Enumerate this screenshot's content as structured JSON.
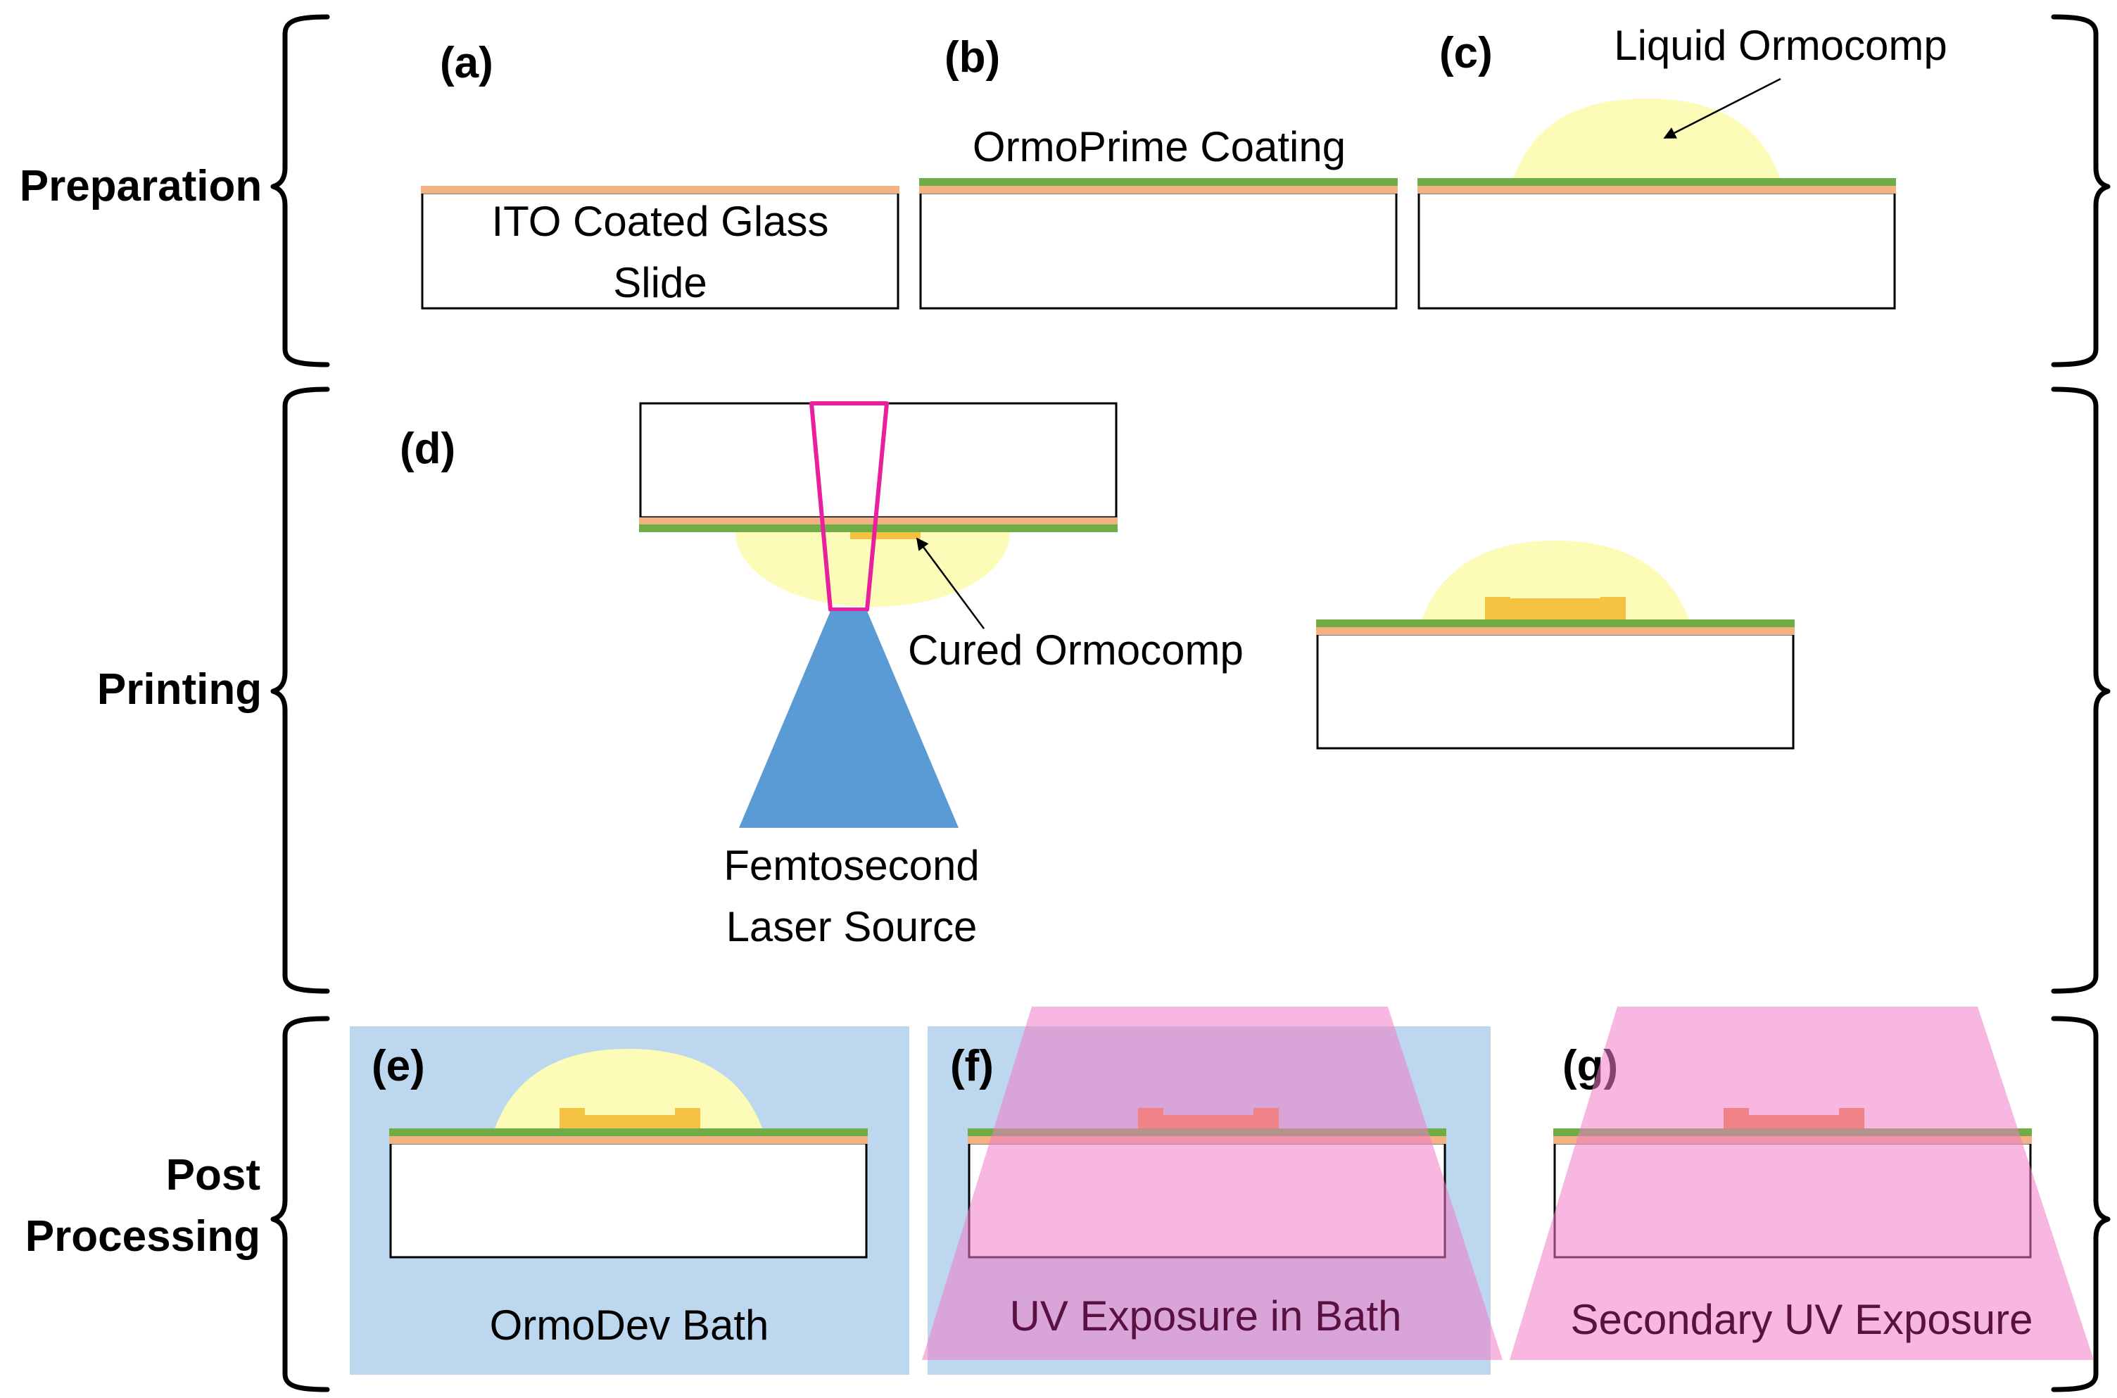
{
  "sections": {
    "preparation": "Preparation",
    "printing": "Printing",
    "post_processing_line1": "Post",
    "post_processing_line2": "Processing"
  },
  "panels": {
    "a": "(a)",
    "b": "(b)",
    "c": "(c)",
    "d": "(d)",
    "e": "(e)",
    "f": "(f)",
    "g": "(g)"
  },
  "captions": {
    "ito_slide_line1": "ITO Coated Glass",
    "ito_slide_line2": "Slide",
    "ormoprime": "OrmoPrime Coating",
    "liquid_ormocomp": "Liquid Ormocomp",
    "cured_ormocomp": "Cured Ormocomp",
    "laser_line1": "Femtosecond",
    "laser_line2": "Laser Source",
    "ormodev_bath": "OrmoDev Bath",
    "uv_bath": "UV Exposure in Bath",
    "secondary_uv": "Secondary UV Exposure"
  },
  "colors": {
    "ito_layer": "#f4b183",
    "ormoprime_layer": "#70ad47",
    "liquid_ormocomp": "#fdfbb8",
    "cured_ormocomp": "#f5c242",
    "cured_after_uv": "#f08b3a",
    "laser": "#5b9bd5",
    "focus_cone": "#e8209e",
    "bath": "#bdd7ee",
    "uv_light": "#f7a8d8"
  },
  "icons": {
    "section_brackets": "curly-brace",
    "annotation_arrows": "arrow"
  }
}
